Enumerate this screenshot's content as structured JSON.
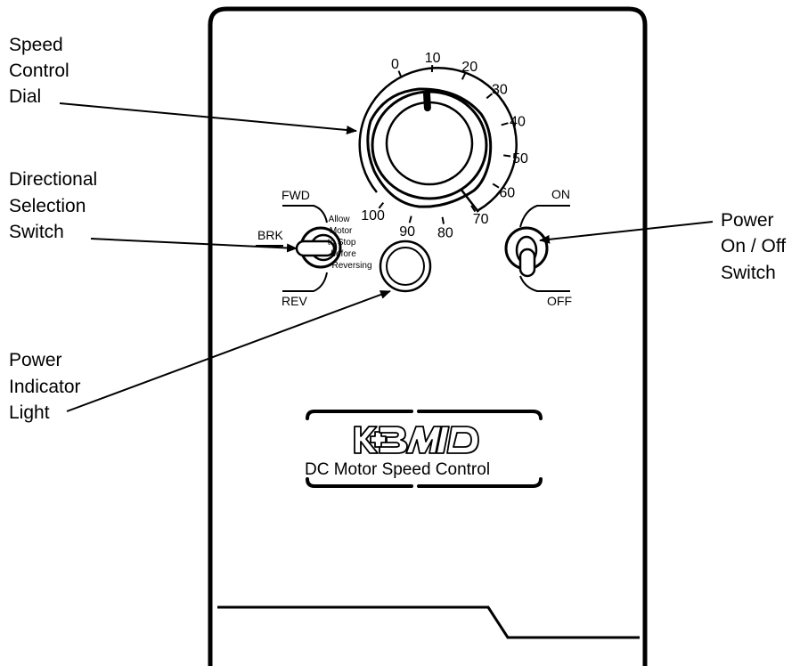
{
  "callouts": {
    "speed_dial": [
      "Speed",
      "Control",
      "Dial"
    ],
    "direction_switch": [
      "Directional",
      "Selection",
      "Switch"
    ],
    "power_light": [
      "Power",
      "Indicator",
      "Light"
    ],
    "power_switch": [
      "Power",
      "On / Off",
      "Switch"
    ]
  },
  "dial_scale": [
    {
      "value": 0,
      "label": "0"
    },
    {
      "value": 10,
      "label": "10"
    },
    {
      "value": 20,
      "label": "20"
    },
    {
      "value": 30,
      "label": "30"
    },
    {
      "value": 40,
      "label": "40"
    },
    {
      "value": 50,
      "label": "50"
    },
    {
      "value": 60,
      "label": "60"
    },
    {
      "value": 70,
      "label": "70"
    },
    {
      "value": 80,
      "label": "80"
    },
    {
      "value": 90,
      "label": "90"
    },
    {
      "value": 100,
      "label": "100"
    }
  ],
  "dial_setting": 8,
  "direction_switch": {
    "fwd": "FWD",
    "brk": "BRK",
    "rev": "REV"
  },
  "reversing_note": [
    "Allow",
    "Motor",
    "to Stop",
    "before",
    "Reversing"
  ],
  "power_switch": {
    "on": "ON",
    "off": "OFF"
  },
  "brand": {
    "logo": "KBMD",
    "subtitle": "DC Motor Speed Control"
  }
}
